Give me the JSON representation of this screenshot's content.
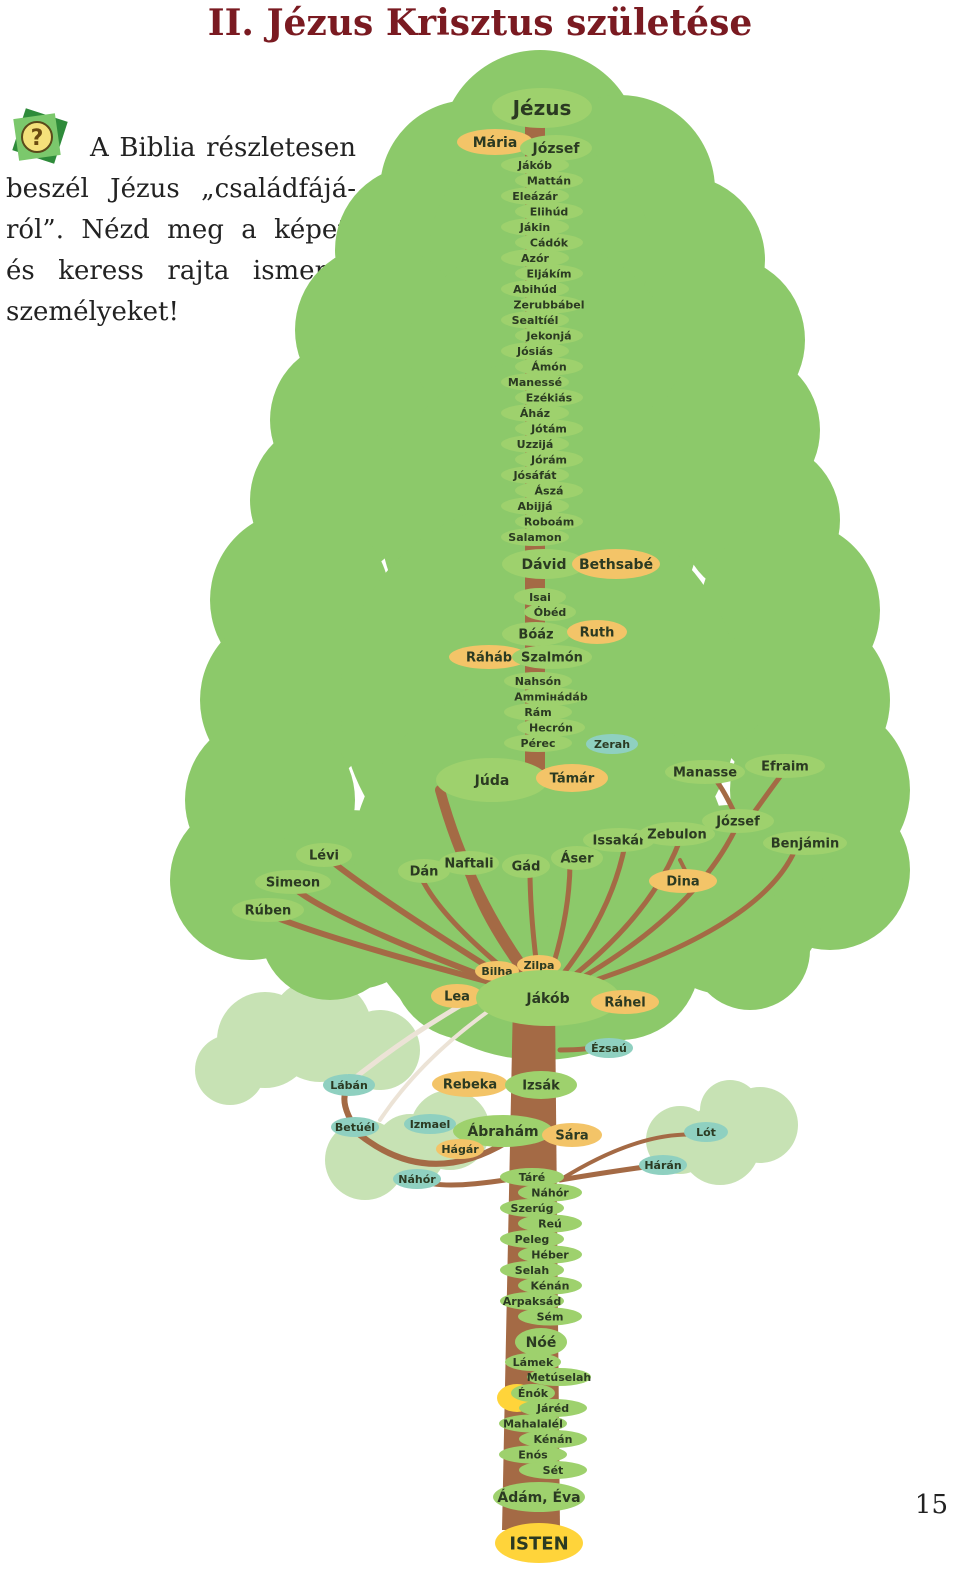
{
  "page": {
    "title": "II. Jézus Krisztus születése",
    "intro_lines": [
      "A Biblia részletesen",
      "beszél Jézus „családfájá-",
      "ról”. Nézd meg a képet,",
      "és keress rajta ismerős",
      "személyeket!"
    ],
    "page_number": "15",
    "icon": "question-mark-icon"
  },
  "colors": {
    "title": "#7a1a21",
    "foliage": "#8cc96a",
    "light_foliage": "#c7e2b4",
    "trunk": "#a46a45",
    "green_oval": "#9ed16d",
    "orange_oval": "#f3c468",
    "teal_oval": "#8fd0c0",
    "yellow_oval": "#ffd43a"
  },
  "tree": {
    "top": "Jézus",
    "mary": "Mária",
    "joseph": "József",
    "line_jesus_to_david": [
      "Jákób",
      "Mattán",
      "Eleázár",
      "Elihúd",
      "Jákin",
      "Cádók",
      "Azór",
      "Eljákím",
      "Abihúd",
      "Zerubbábel",
      "Sealtíél",
      "Jekonjá",
      "Jósiás",
      "Ámón",
      "Manessé",
      "Ezékiás",
      "Áház",
      "Jótám",
      "Uzzijá",
      "Jórám",
      "Jósáfát",
      "Ászá",
      "Abijjá",
      "Roboám",
      "Salamon"
    ],
    "david": "Dávid",
    "bathsheba": "Bethsabé",
    "line_david_to_judah": [
      "Isai",
      "Óbéd"
    ],
    "boaz": "Bóáz",
    "ruth": "Ruth",
    "rahab": "Ráháb",
    "salmon": "Szalmón",
    "line_salmon_to_perez": [
      "Nahsón",
      "Ammінádáb",
      "Rám",
      "Hecrón",
      "Pérec"
    ],
    "zerah": "Zerah",
    "judah": "Júda",
    "tamar": "Támár",
    "tribes": [
      "Rúben",
      "Simeon",
      "Lévi",
      "Dán",
      "Naftali",
      "Gád",
      "Áser",
      "Issakár",
      "Zebulon",
      "Dina",
      "József",
      "Benjámin",
      "Manasse",
      "Efraim"
    ],
    "bilha": "Bilha",
    "zilpa": "Zilpa",
    "lea": "Lea",
    "jacob": "Jákób",
    "rachel": "Ráhel",
    "esau": "Ézsaú",
    "laban": "Lábán",
    "rebekah": "Rebeka",
    "isaac": "Izsák",
    "bethuel": "Betúél",
    "ishmael": "Izmael",
    "abraham": "Ábrahám",
    "sarah": "Sára",
    "lot": "Lót",
    "hagar": "Hágár",
    "haran": "Hárán",
    "nahor_side": "Náhór",
    "line_terah_to_noah": [
      "Táré",
      "Náhór",
      "Szerúg",
      "Reú",
      "Peleg",
      "Héber",
      "Selah",
      "Kénán",
      "Arpaksád",
      "Sém"
    ],
    "noah": "Nóé",
    "line_noah_to_adam": [
      "Lámek",
      "Metúselah",
      "Énók",
      "Járéd",
      "Mahalalél",
      "Kénán",
      "Enós",
      "Sét"
    ],
    "adam_eve": "Ádám, Éva",
    "god": "ISTEN"
  }
}
